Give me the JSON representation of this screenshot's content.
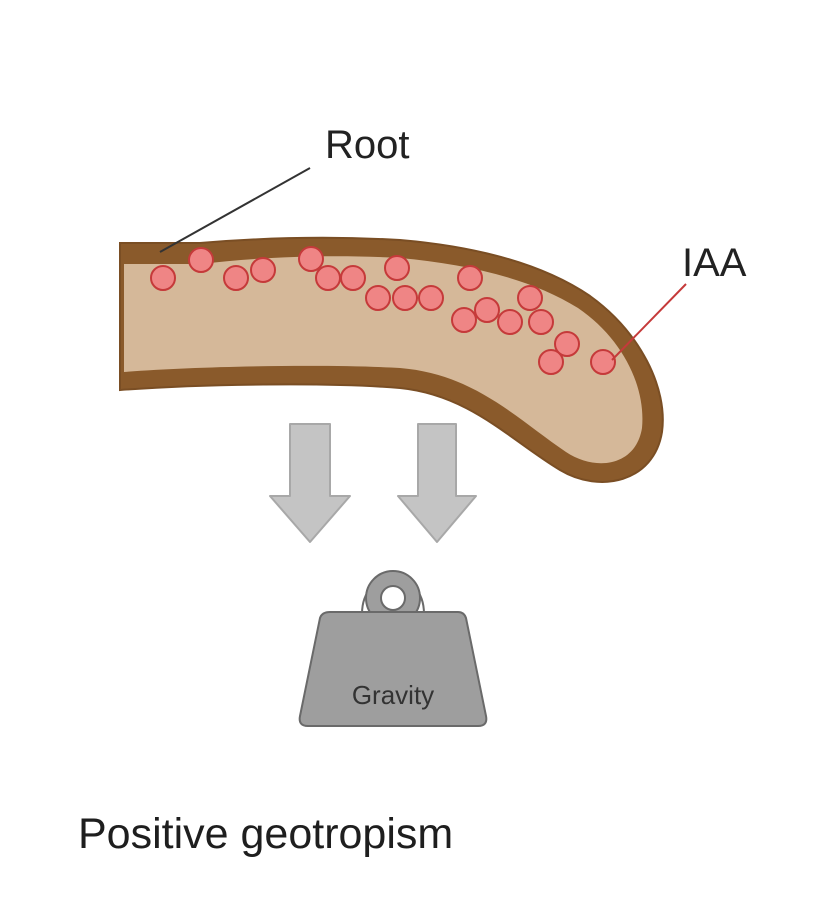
{
  "labels": {
    "root": "Root",
    "iaa": "IAA",
    "weight": "Gravity",
    "caption": "Positive geotropism"
  },
  "colors": {
    "root_outline": "#8a5a2b",
    "root_fill": "#d5b899",
    "iaa_fill": "#ef8585",
    "iaa_stroke": "#c53a3a",
    "arrow_fill": "#c4c4c4",
    "arrow_stroke": "#a8a8a8",
    "weight_fill": "#9e9e9e",
    "weight_stroke": "#6a6a6a",
    "root_leader": "#333333",
    "iaa_leader": "#c53a3a"
  },
  "icons": {
    "gravity_arrows": "down-arrow-icon",
    "weight": "weight-icon"
  }
}
